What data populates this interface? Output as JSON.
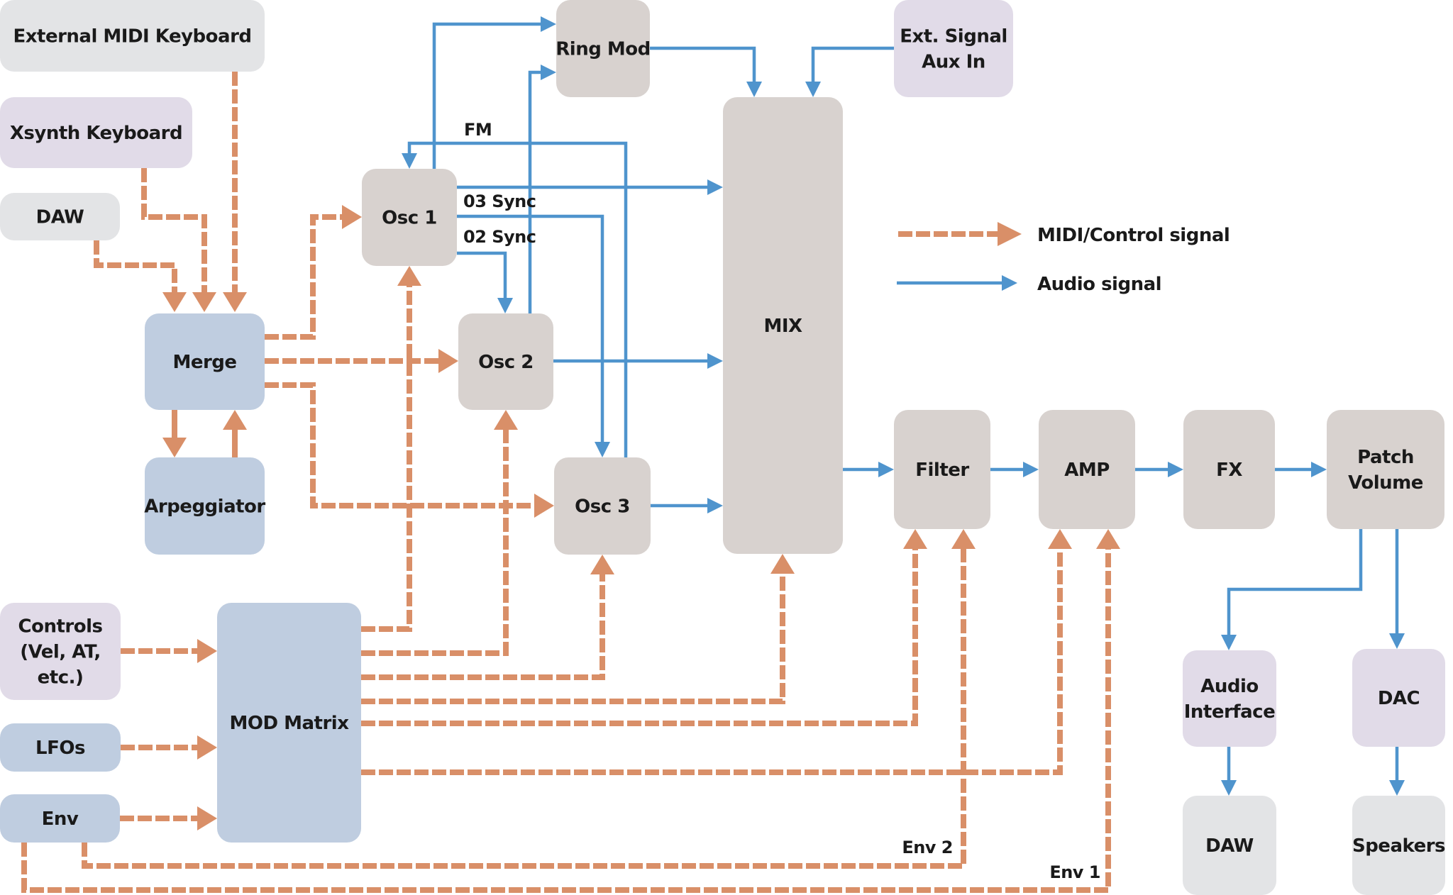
{
  "colors": {
    "audio": "#4f94cd",
    "midi": "#d98f68",
    "box_gray": "#e3e4e6",
    "box_lavender": "#e1dbe8",
    "box_blue": "#bfcde0",
    "box_taupe": "#d8d2cf",
    "text": "#1a1a1a"
  },
  "nodes": {
    "ext_midi": {
      "lines": [
        "External MIDI Keyboard"
      ],
      "fill": "box_gray"
    },
    "xsynth": {
      "lines": [
        "Xsynth Keyboard"
      ],
      "fill": "box_lavender"
    },
    "daw_in": {
      "lines": [
        "DAW"
      ],
      "fill": "box_gray"
    },
    "merge": {
      "lines": [
        "Merge"
      ],
      "fill": "box_blue"
    },
    "arp": {
      "lines": [
        "Arpeggiator"
      ],
      "fill": "box_blue"
    },
    "controls": {
      "lines": [
        "Controls",
        "(Vel, AT,",
        "etc.)"
      ],
      "fill": "box_lavender"
    },
    "lfos": {
      "lines": [
        "LFOs"
      ],
      "fill": "box_blue"
    },
    "env": {
      "lines": [
        "Env"
      ],
      "fill": "box_blue"
    },
    "mod_matrix": {
      "lines": [
        "MOD Matrix"
      ],
      "fill": "box_blue"
    },
    "osc1": {
      "lines": [
        "Osc 1"
      ],
      "fill": "box_taupe"
    },
    "osc2": {
      "lines": [
        "Osc 2"
      ],
      "fill": "box_taupe"
    },
    "osc3": {
      "lines": [
        "Osc 3"
      ],
      "fill": "box_taupe"
    },
    "ring_mod": {
      "lines": [
        "Ring Mod"
      ],
      "fill": "box_taupe"
    },
    "ext_signal": {
      "lines": [
        "Ext. Signal",
        "Aux In"
      ],
      "fill": "box_lavender"
    },
    "mix": {
      "lines": [
        "MIX"
      ],
      "fill": "box_taupe"
    },
    "filter": {
      "lines": [
        "Filter"
      ],
      "fill": "box_taupe"
    },
    "amp": {
      "lines": [
        "AMP"
      ],
      "fill": "box_taupe"
    },
    "fx": {
      "lines": [
        "FX"
      ],
      "fill": "box_taupe"
    },
    "patch_volume": {
      "lines": [
        "Patch",
        "Volume"
      ],
      "fill": "box_taupe"
    },
    "audio_interface": {
      "lines": [
        "Audio",
        "Interface"
      ],
      "fill": "box_lavender"
    },
    "dac": {
      "lines": [
        "DAC"
      ],
      "fill": "box_lavender"
    },
    "daw_out": {
      "lines": [
        "DAW"
      ],
      "fill": "box_gray"
    },
    "speakers": {
      "lines": [
        "Speakers"
      ],
      "fill": "box_gray"
    }
  },
  "edge_labels": {
    "fm": "FM",
    "o3_sync": "03 Sync",
    "o2_sync": "02 Sync",
    "env2": "Env 2",
    "env1": "Env 1"
  },
  "edges": [
    {
      "id": "ext-midi-to-merge",
      "type": "midi",
      "from": "ext_midi",
      "to": "merge"
    },
    {
      "id": "xsynth-to-merge",
      "type": "midi",
      "from": "xsynth",
      "to": "merge"
    },
    {
      "id": "daw-to-merge",
      "type": "midi",
      "from": "daw_in",
      "to": "merge"
    },
    {
      "id": "merge-to-arp",
      "type": "midi",
      "from": "merge",
      "to": "arp"
    },
    {
      "id": "arp-to-merge",
      "type": "midi",
      "from": "arp",
      "to": "merge"
    },
    {
      "id": "merge-to-osc1",
      "type": "midi",
      "from": "merge",
      "to": "osc1"
    },
    {
      "id": "merge-to-osc2",
      "type": "midi",
      "from": "merge",
      "to": "osc2"
    },
    {
      "id": "merge-to-osc3",
      "type": "midi",
      "from": "merge",
      "to": "osc3"
    },
    {
      "id": "controls-to-mod",
      "type": "midi",
      "from": "controls",
      "to": "mod_matrix"
    },
    {
      "id": "lfos-to-mod",
      "type": "midi",
      "from": "lfos",
      "to": "mod_matrix"
    },
    {
      "id": "env-to-mod",
      "type": "midi",
      "from": "env",
      "to": "mod_matrix"
    },
    {
      "id": "mod-to-osc1",
      "type": "midi",
      "from": "mod_matrix",
      "to": "osc1"
    },
    {
      "id": "mod-to-osc2",
      "type": "midi",
      "from": "mod_matrix",
      "to": "osc2"
    },
    {
      "id": "mod-to-osc3",
      "type": "midi",
      "from": "mod_matrix",
      "to": "osc3"
    },
    {
      "id": "mod-to-mix",
      "type": "midi",
      "from": "mod_matrix",
      "to": "mix"
    },
    {
      "id": "mod-to-filter",
      "type": "midi",
      "from": "mod_matrix",
      "to": "filter"
    },
    {
      "id": "mod-to-amp",
      "type": "midi",
      "from": "mod_matrix",
      "to": "amp"
    },
    {
      "id": "env2-to-filter",
      "type": "midi",
      "from": "env",
      "to": "filter",
      "label": "env2"
    },
    {
      "id": "env1-to-amp",
      "type": "midi",
      "from": "env",
      "to": "amp",
      "label": "env1"
    },
    {
      "id": "osc1-to-ringmod",
      "type": "audio",
      "from": "osc1",
      "to": "ring_mod"
    },
    {
      "id": "osc2-to-ringmod",
      "type": "audio",
      "from": "osc2",
      "to": "ring_mod"
    },
    {
      "id": "osc3-fm-to-osc1",
      "type": "audio",
      "from": "osc3",
      "to": "osc1",
      "label": "fm"
    },
    {
      "id": "osc1-to-mix",
      "type": "audio",
      "from": "osc1",
      "to": "mix"
    },
    {
      "id": "osc1-sync-osc3",
      "type": "audio",
      "from": "osc1",
      "to": "osc3",
      "label": "o3_sync"
    },
    {
      "id": "osc1-sync-osc2",
      "type": "audio",
      "from": "osc1",
      "to": "osc2",
      "label": "o2_sync"
    },
    {
      "id": "osc2-to-mix",
      "type": "audio",
      "from": "osc2",
      "to": "mix"
    },
    {
      "id": "osc3-to-mix",
      "type": "audio",
      "from": "osc3",
      "to": "mix"
    },
    {
      "id": "ringmod-to-mix",
      "type": "audio",
      "from": "ring_mod",
      "to": "mix"
    },
    {
      "id": "ext-signal-to-mix",
      "type": "audio",
      "from": "ext_signal",
      "to": "mix"
    },
    {
      "id": "mix-to-filter",
      "type": "audio",
      "from": "mix",
      "to": "filter"
    },
    {
      "id": "filter-to-amp",
      "type": "audio",
      "from": "filter",
      "to": "amp"
    },
    {
      "id": "amp-to-fx",
      "type": "audio",
      "from": "amp",
      "to": "fx"
    },
    {
      "id": "fx-to-patch-volume",
      "type": "audio",
      "from": "fx",
      "to": "patch_volume"
    },
    {
      "id": "patch-volume-to-audio-interface",
      "type": "audio",
      "from": "patch_volume",
      "to": "audio_interface"
    },
    {
      "id": "patch-volume-to-dac",
      "type": "audio",
      "from": "patch_volume",
      "to": "dac"
    },
    {
      "id": "audio-interface-to-daw",
      "type": "audio",
      "from": "audio_interface",
      "to": "daw_out"
    },
    {
      "id": "dac-to-speakers",
      "type": "audio",
      "from": "dac",
      "to": "speakers"
    }
  ],
  "legend": {
    "midi_label": "MIDI/Control signal",
    "audio_label": "Audio signal"
  }
}
